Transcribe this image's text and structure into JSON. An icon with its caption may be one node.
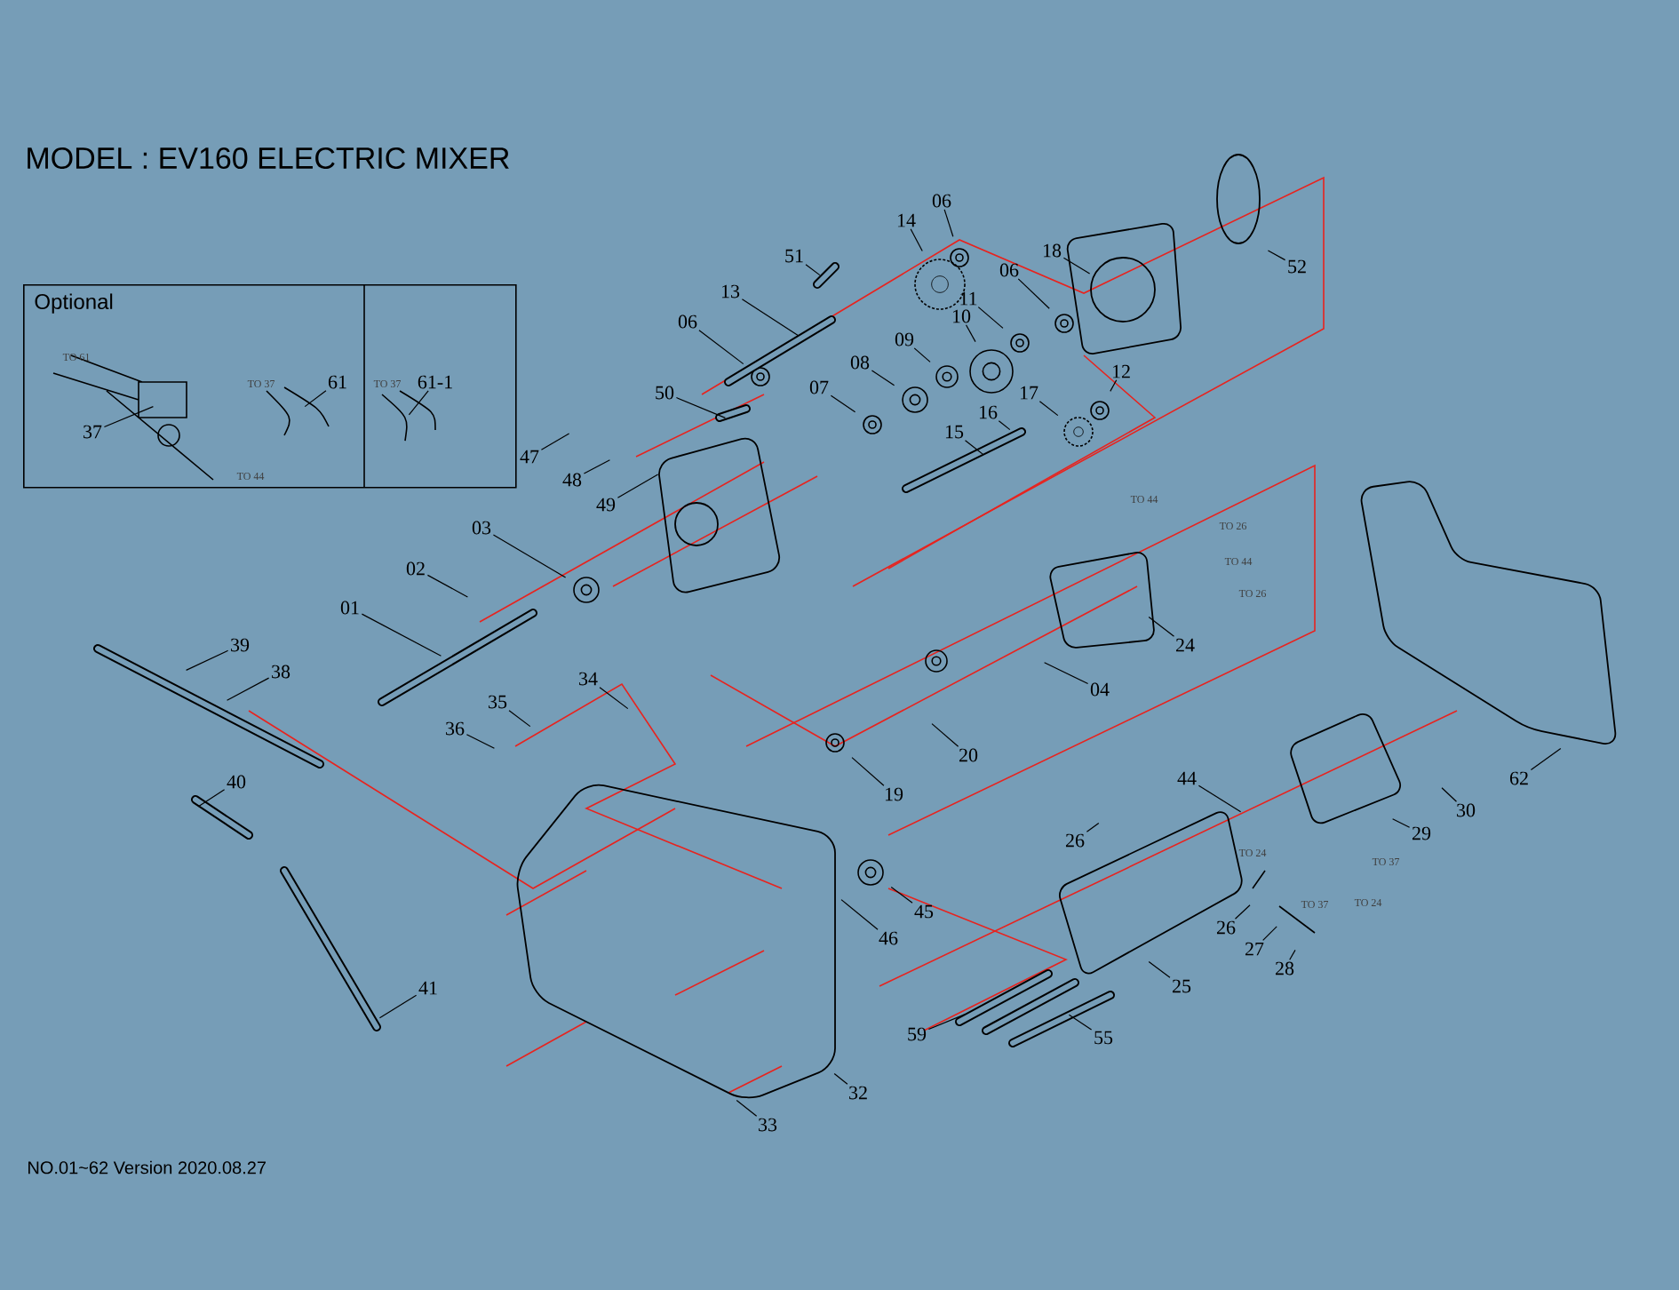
{
  "diagram": {
    "title": "MODEL : EV160  ELECTRIC MIXER",
    "caption": "NO.01~62 Version 2020.08.27",
    "nodes": [
      {
        "text": [
          "Optional"
        ]
      },
      {
        "text": [
          "37"
        ],
        "in": 0
      },
      {
        "text": [
          "61"
        ],
        "in": 0
      },
      {
        "text": [
          "61-1"
        ],
        "in": 0
      },
      {
        "text": [
          "06"
        ]
      },
      {
        "text": [
          "14"
        ]
      },
      {
        "text": [
          "51"
        ]
      },
      {
        "text": [
          "13"
        ]
      },
      {
        "text": [
          "06"
        ]
      },
      {
        "text": [
          "50"
        ]
      },
      {
        "text": [
          "47"
        ]
      },
      {
        "text": [
          "48"
        ]
      },
      {
        "text": [
          "49"
        ]
      },
      {
        "text": [
          "03"
        ]
      },
      {
        "text": [
          "02"
        ]
      },
      {
        "text": [
          "01"
        ]
      },
      {
        "text": [
          "39"
        ]
      },
      {
        "text": [
          "38"
        ]
      },
      {
        "text": [
          "40"
        ]
      },
      {
        "text": [
          "41"
        ]
      },
      {
        "text": [
          "34"
        ]
      },
      {
        "text": [
          "35"
        ]
      },
      {
        "text": [
          "36"
        ]
      },
      {
        "text": [
          "18"
        ]
      },
      {
        "text": [
          "52"
        ]
      },
      {
        "text": [
          "06"
        ]
      },
      {
        "text": [
          "11"
        ]
      },
      {
        "text": [
          "10"
        ]
      },
      {
        "text": [
          "09"
        ]
      },
      {
        "text": [
          "08"
        ]
      },
      {
        "text": [
          "07"
        ]
      },
      {
        "text": [
          "12"
        ]
      },
      {
        "text": [
          "17"
        ]
      },
      {
        "text": [
          "16"
        ]
      },
      {
        "text": [
          "15"
        ]
      },
      {
        "text": [
          "24"
        ]
      },
      {
        "text": [
          "04"
        ]
      },
      {
        "text": [
          "20"
        ]
      },
      {
        "text": [
          "19"
        ]
      },
      {
        "text": [
          "26"
        ]
      },
      {
        "text": [
          "44"
        ]
      },
      {
        "text": [
          "29"
        ]
      },
      {
        "text": [
          "30"
        ]
      },
      {
        "text": [
          "62"
        ]
      },
      {
        "text": [
          "45"
        ]
      },
      {
        "text": [
          "46"
        ]
      },
      {
        "text": [
          "25"
        ]
      },
      {
        "text": [
          "26"
        ]
      },
      {
        "text": [
          "27"
        ]
      },
      {
        "text": [
          "28"
        ]
      },
      {
        "text": [
          "59"
        ]
      },
      {
        "text": [
          "55"
        ]
      },
      {
        "text": [
          "32"
        ]
      },
      {
        "text": [
          "33"
        ]
      }
    ],
    "edges": [
      {
        "from": 1,
        "to": null,
        "arrow": "none"
      },
      {
        "from": 2,
        "to": null,
        "arrow": "none"
      },
      {
        "from": 3,
        "to": null,
        "arrow": "none"
      },
      {
        "from": 4,
        "to": null,
        "arrow": "none"
      },
      {
        "from": 5,
        "to": null,
        "arrow": "none"
      },
      {
        "from": 6,
        "to": null,
        "arrow": "none"
      },
      {
        "from": 7,
        "to": null,
        "arrow": "none"
      },
      {
        "from": 8,
        "to": null,
        "arrow": "none"
      },
      {
        "from": 9,
        "to": null,
        "arrow": "none"
      },
      {
        "from": 10,
        "to": null,
        "arrow": "none"
      },
      {
        "from": 11,
        "to": null,
        "arrow": "none"
      },
      {
        "from": 12,
        "to": null,
        "arrow": "none"
      },
      {
        "from": 13,
        "to": null,
        "arrow": "none"
      },
      {
        "from": 14,
        "to": null,
        "arrow": "none"
      },
      {
        "from": 15,
        "to": null,
        "arrow": "none"
      },
      {
        "from": 16,
        "to": null,
        "arrow": "none"
      },
      {
        "from": 17,
        "to": null,
        "arrow": "none"
      },
      {
        "from": 18,
        "to": null,
        "arrow": "none"
      },
      {
        "from": 19,
        "to": null,
        "arrow": "none"
      },
      {
        "from": 20,
        "to": null,
        "arrow": "none"
      },
      {
        "from": 21,
        "to": null,
        "arrow": "none"
      },
      {
        "from": 22,
        "to": null,
        "arrow": "none"
      },
      {
        "from": 23,
        "to": null,
        "arrow": "none"
      },
      {
        "from": 24,
        "to": null,
        "arrow": "none"
      },
      {
        "from": 25,
        "to": null,
        "arrow": "none"
      },
      {
        "from": 26,
        "to": null,
        "arrow": "none"
      },
      {
        "from": 27,
        "to": null,
        "arrow": "none"
      },
      {
        "from": 28,
        "to": null,
        "arrow": "none"
      },
      {
        "from": 29,
        "to": null,
        "arrow": "none"
      },
      {
        "from": 30,
        "to": null,
        "arrow": "none"
      },
      {
        "from": 31,
        "to": null,
        "arrow": "none"
      },
      {
        "from": 32,
        "to": null,
        "arrow": "none"
      },
      {
        "from": 33,
        "to": null,
        "arrow": "none"
      },
      {
        "from": 34,
        "to": null,
        "arrow": "none"
      },
      {
        "from": 35,
        "to": null,
        "arrow": "none"
      },
      {
        "from": 36,
        "to": null,
        "arrow": "none"
      },
      {
        "from": 37,
        "to": null,
        "arrow": "none"
      },
      {
        "from": 38,
        "to": null,
        "arrow": "none"
      },
      {
        "from": 39,
        "to": null,
        "arrow": "none"
      },
      {
        "from": 40,
        "to": null,
        "arrow": "none"
      },
      {
        "from": 41,
        "to": null,
        "arrow": "none"
      },
      {
        "from": 42,
        "to": null,
        "arrow": "none"
      },
      {
        "from": 43,
        "to": null,
        "arrow": "none"
      },
      {
        "from": 44,
        "to": null,
        "arrow": "none"
      },
      {
        "from": 45,
        "to": null,
        "arrow": "none"
      },
      {
        "from": 46,
        "to": null,
        "arrow": "none"
      },
      {
        "from": 47,
        "to": null,
        "arrow": "none"
      },
      {
        "from": 48,
        "to": null,
        "arrow": "none"
      },
      {
        "from": 49,
        "to": null,
        "arrow": "none"
      },
      {
        "from": 50,
        "to": null,
        "arrow": "none"
      },
      {
        "from": 51,
        "to": null,
        "arrow": "none"
      },
      {
        "from": 52,
        "to": null,
        "arrow": "none"
      },
      {
        "from": 53,
        "to": null,
        "arrow": "none"
      }
    ],
    "labels": [
      "TO 61",
      "TO 37",
      "TO 44",
      "TO 37",
      "TO 44",
      "TO 26",
      "TO 44",
      "TO 26",
      "TO 24",
      "TO 37",
      "TO 37",
      "TO 24"
    ]
  }
}
